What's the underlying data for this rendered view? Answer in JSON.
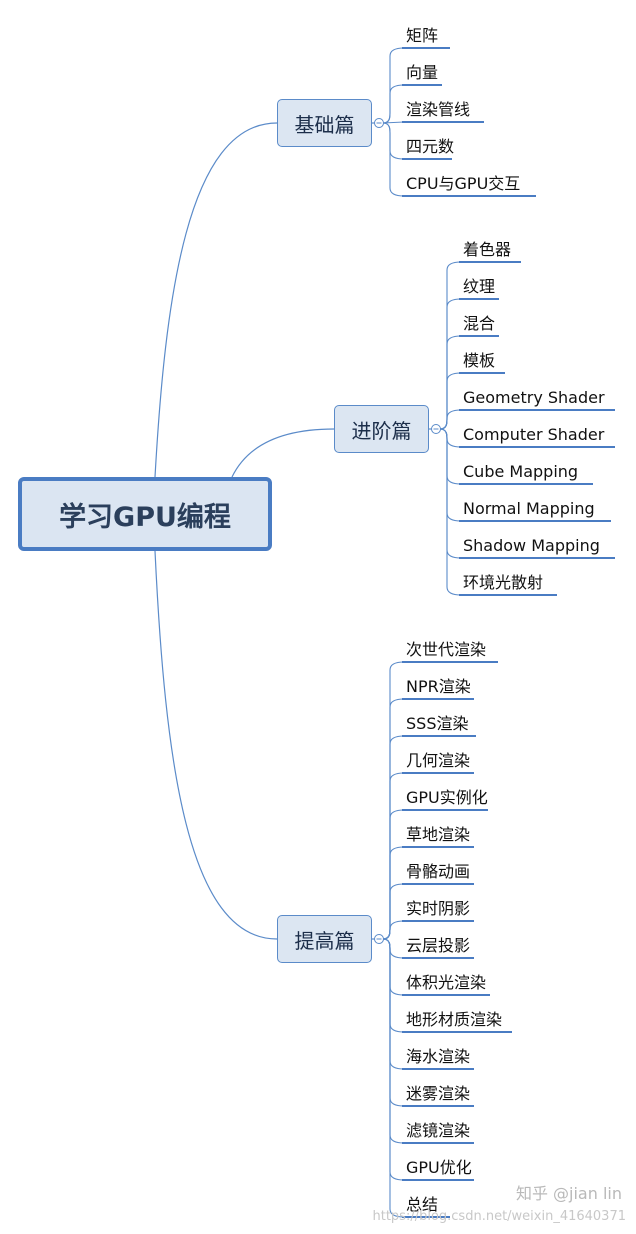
{
  "root": {
    "title": "学习GPU编程"
  },
  "branches": [
    {
      "label": "基础篇",
      "items": [
        "矩阵",
        "向量",
        "渲染管线",
        "四元数",
        "CPU与GPU交互"
      ]
    },
    {
      "label": "进阶篇",
      "items": [
        "着色器",
        "纹理",
        "混合",
        "模板",
        "Geometry Shader",
        "Computer Shader",
        "Cube Mapping",
        "Normal Mapping",
        "Shadow Mapping",
        "环境光散射"
      ]
    },
    {
      "label": "提高篇",
      "items": [
        "次世代渲染",
        "NPR渲染",
        "SSS渲染",
        "几何渲染",
        "GPU实例化",
        "草地渲染",
        "骨骼动画",
        "实时阴影",
        "云层投影",
        "体积光渲染",
        "地形材质渲染",
        "海水渲染",
        "迷雾渲染",
        "滤镜渲染",
        "GPU优化",
        "总结"
      ]
    }
  ],
  "colors": {
    "connector": "#5b8bc9",
    "underline": "#4a7cc3",
    "root_border": "#4a7cc3",
    "node_fill": "#dce6f2"
  },
  "watermark": {
    "primary": "知乎 @jian lin",
    "secondary": "https://blog.csdn.net/weixin_41640371"
  }
}
